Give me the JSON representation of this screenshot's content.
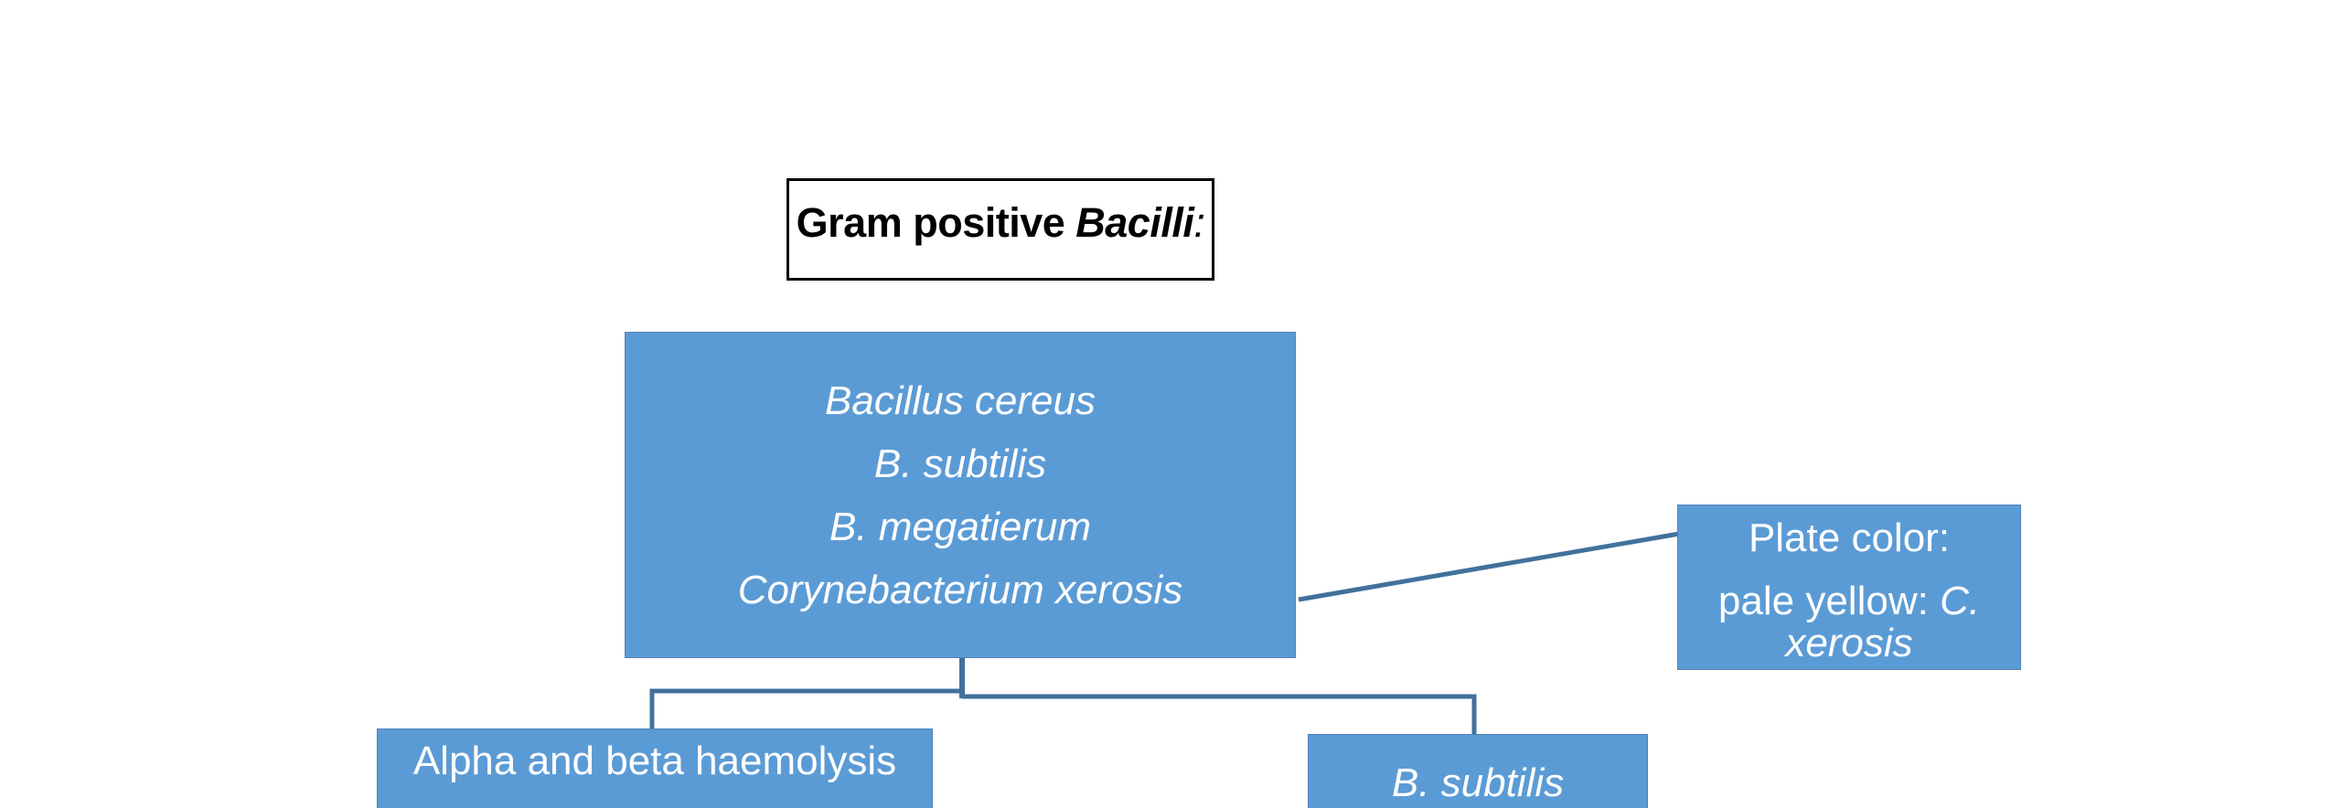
{
  "diagram": {
    "title": {
      "prefix": "Gram positive ",
      "species": "Bacilli",
      "colon": ":"
    },
    "organism_box": {
      "lines": [
        "Bacillus cereus",
        "B. subtilis",
        "B. megatierum",
        "Corynebacterium xerosis"
      ]
    },
    "plate_box": {
      "heading": "Plate color:",
      "detail_prefix": "pale yellow: ",
      "detail_species_line1": "C.",
      "detail_species_line2": "xerosis"
    },
    "haemolysis_box": {
      "label": "Alpha and beta haemolysis"
    },
    "subtilis_box": {
      "label": "B. subtilis"
    }
  },
  "colors": {
    "box_fill": "#5b9bd5",
    "connector": "#41719c",
    "title_border": "#000000",
    "title_text": "#000000",
    "box_text": "#ffffff",
    "background": "#ffffff"
  }
}
